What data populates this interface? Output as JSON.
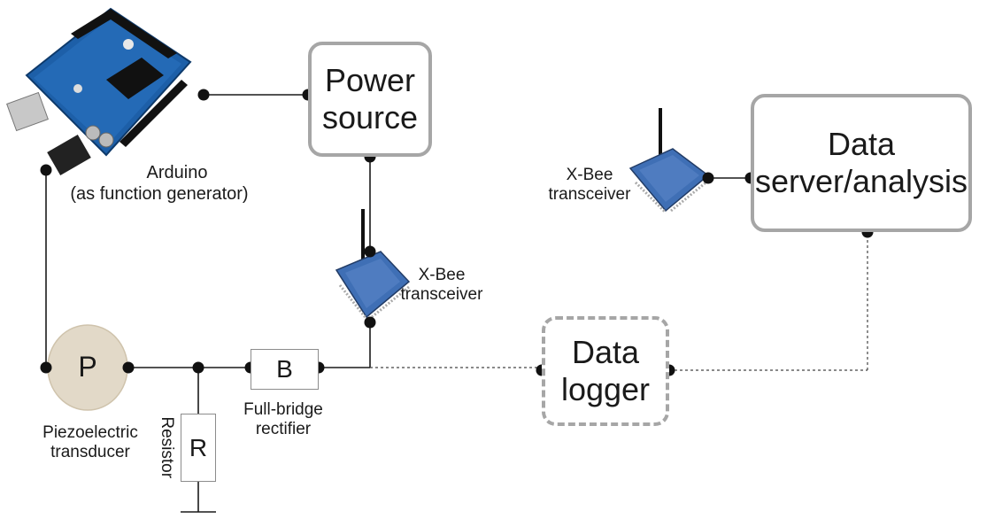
{
  "nodes": {
    "arduino": {
      "label_line1": "Arduino",
      "label_line2": "(as function generator)"
    },
    "power_source": {
      "line1": "Power",
      "line2": "source"
    },
    "data_server": {
      "line1": "Data",
      "line2": "server/analysis"
    },
    "xbee_remote": {
      "line1": "X-Bee",
      "line2": "transceiver"
    },
    "xbee_local": {
      "line1": "X-Bee",
      "line2": "transceiver"
    },
    "data_logger": {
      "line1": "Data",
      "line2": "logger"
    },
    "piezo": {
      "symbol": "P",
      "line1": "Piezoelectric",
      "line2": "transducer"
    },
    "rectifier": {
      "symbol": "B",
      "line1": "Full-bridge",
      "line2": "rectifier"
    },
    "resistor": {
      "symbol": "R",
      "label": "Resistor"
    }
  },
  "colors": {
    "wire": "#1a1a1a",
    "box_border": "#a6a6a6",
    "arduino_board": "#1d5fa8",
    "piezo_fill": "#e2d9c8",
    "xbee_board": "#3f6fb5"
  },
  "icons": [
    "arduino-board-icon",
    "xbee-module-icon",
    "ground-icon"
  ]
}
